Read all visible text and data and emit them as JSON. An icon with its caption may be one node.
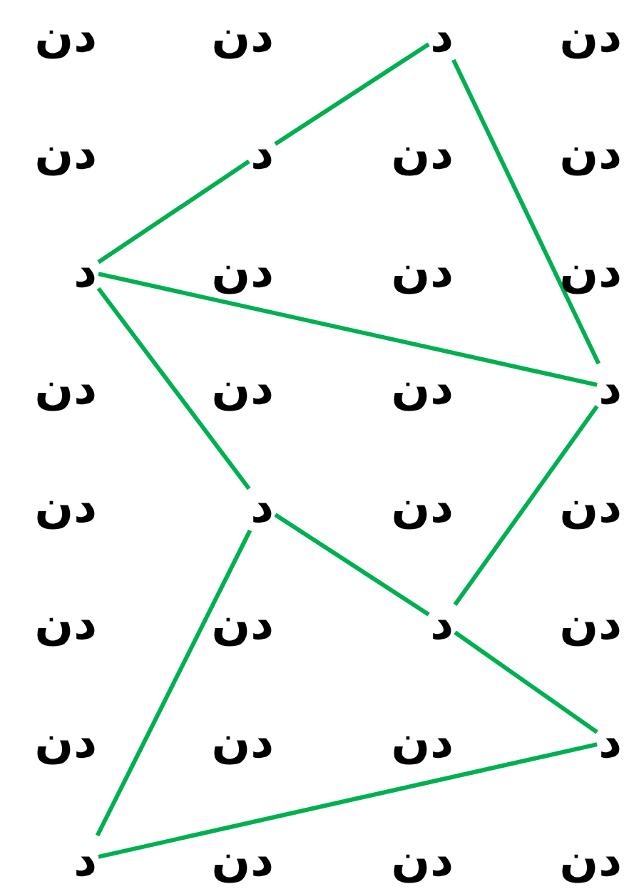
{
  "diagram": {
    "nodes": [
      {
        "text": [
          "د"
        ]
      },
      {
        "text": [
          "د"
        ]
      },
      {
        "text": [
          "د"
        ]
      },
      {
        "text": [
          "د"
        ]
      },
      {
        "text": [
          "د"
        ]
      },
      {
        "text": [
          "د"
        ]
      },
      {
        "text": [
          "د"
        ]
      },
      {
        "text": [
          "د"
        ]
      }
    ],
    "edges": [
      {
        "from": 0,
        "to": 1,
        "arrow": "none"
      },
      {
        "from": 1,
        "to": 2,
        "arrow": "none"
      },
      {
        "from": 0,
        "to": 3,
        "arrow": "none"
      },
      {
        "from": 2,
        "to": 3,
        "arrow": "none"
      },
      {
        "from": 2,
        "to": 4,
        "arrow": "none"
      },
      {
        "from": 3,
        "to": 5,
        "arrow": "none"
      },
      {
        "from": 4,
        "to": 5,
        "arrow": "none"
      },
      {
        "from": 5,
        "to": 6,
        "arrow": "none"
      },
      {
        "from": 4,
        "to": 7,
        "arrow": "none"
      },
      {
        "from": 7,
        "to": 6,
        "arrow": "none"
      }
    ],
    "labels": [
      "دن",
      "دن",
      "دن",
      "دن",
      "دن",
      "دن",
      "دن",
      "دن",
      "دن",
      "دن",
      "دن",
      "دن",
      "دن",
      "دن",
      "دن",
      "دن",
      "دن",
      "دن",
      "دن",
      "دن",
      "دن",
      "دن",
      "دن",
      "دن"
    ]
  }
}
